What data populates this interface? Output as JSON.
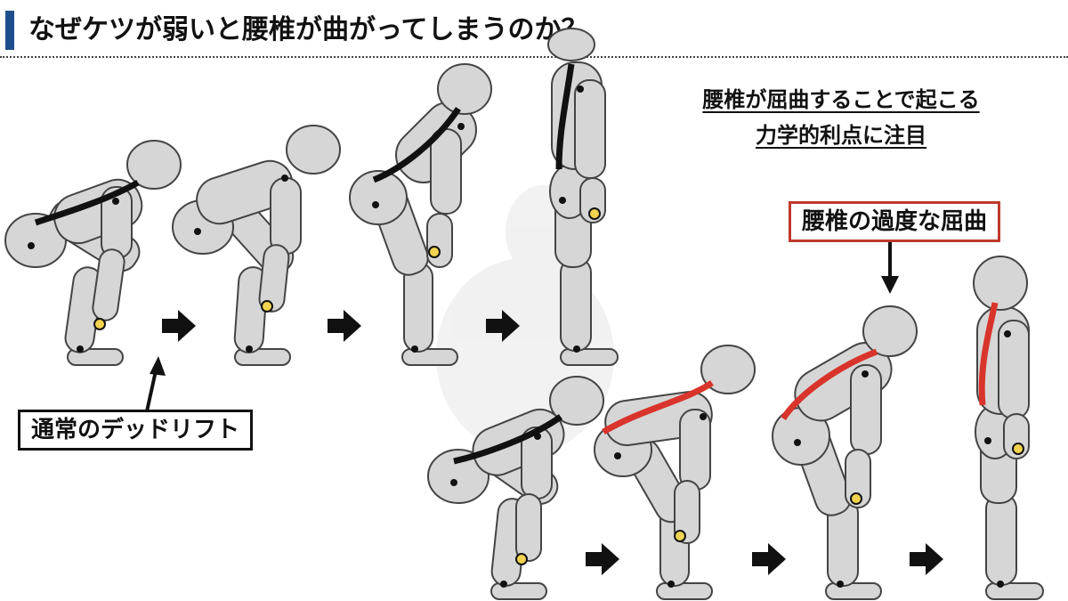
{
  "title": "なぜケツが弱いと腰椎が曲がってしまうのか？",
  "focus_heading": {
    "line1": "腰椎が屈曲することで起こる",
    "line2": "力学的利点に注目"
  },
  "labels": {
    "normal_deadlift": "通常のデッドリフト",
    "excessive_flexion": "腰椎の過度な屈曲"
  },
  "colors": {
    "accent": "#1f4e8c",
    "normal_spine": "#111111",
    "flexed_spine": "#d9342b",
    "mannequin_fill": "#d6d6d6",
    "joint_marker": "#f2d34f"
  },
  "sequences": {
    "top_row": "normal_deadlift",
    "bottom_row": "excessive_flexion"
  }
}
